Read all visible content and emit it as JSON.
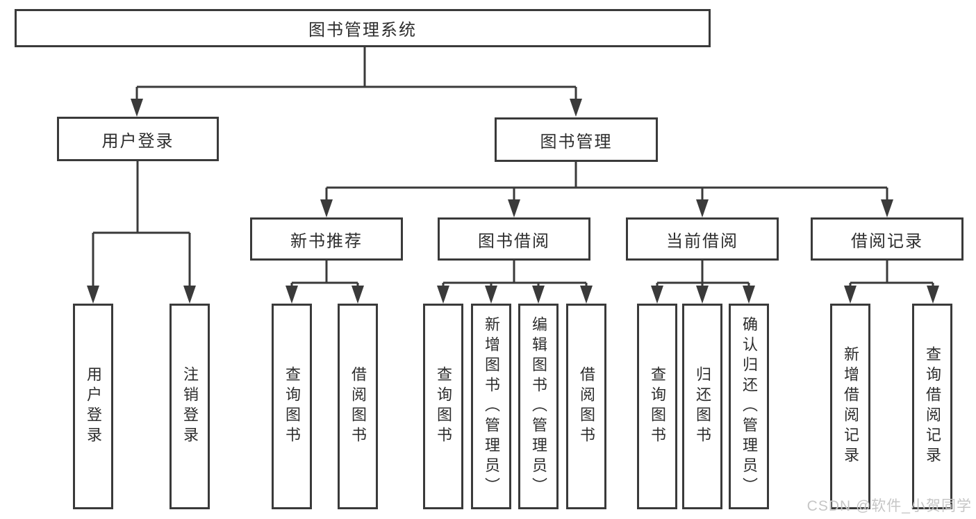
{
  "diagram": {
    "title": "图书管理系统",
    "watermark": "CSDN @软件_小贺同学",
    "colors": {
      "line": "#3a3a3a",
      "text": "#2d2d2d",
      "watermark": "#c6c6c6",
      "background": "#ffffff"
    },
    "tree": {
      "root": "图书管理系统",
      "children": [
        {
          "label": "用户登录",
          "children": [
            "用户登录",
            "注销登录"
          ]
        },
        {
          "label": "图书管理",
          "children": [
            {
              "label": "新书推荐",
              "children": [
                "查询图书",
                "借阅图书"
              ]
            },
            {
              "label": "图书借阅",
              "children": [
                "查询图书",
                "新增图书（管理员）",
                "编辑图书（管理员）",
                "借阅图书"
              ]
            },
            {
              "label": "当前借阅",
              "children": [
                "查询图书",
                "归还图书",
                "确认归还（管理员）"
              ]
            },
            {
              "label": "借阅记录",
              "children": [
                "新增借阅记录",
                "查询借阅记录"
              ]
            }
          ]
        }
      ]
    }
  }
}
